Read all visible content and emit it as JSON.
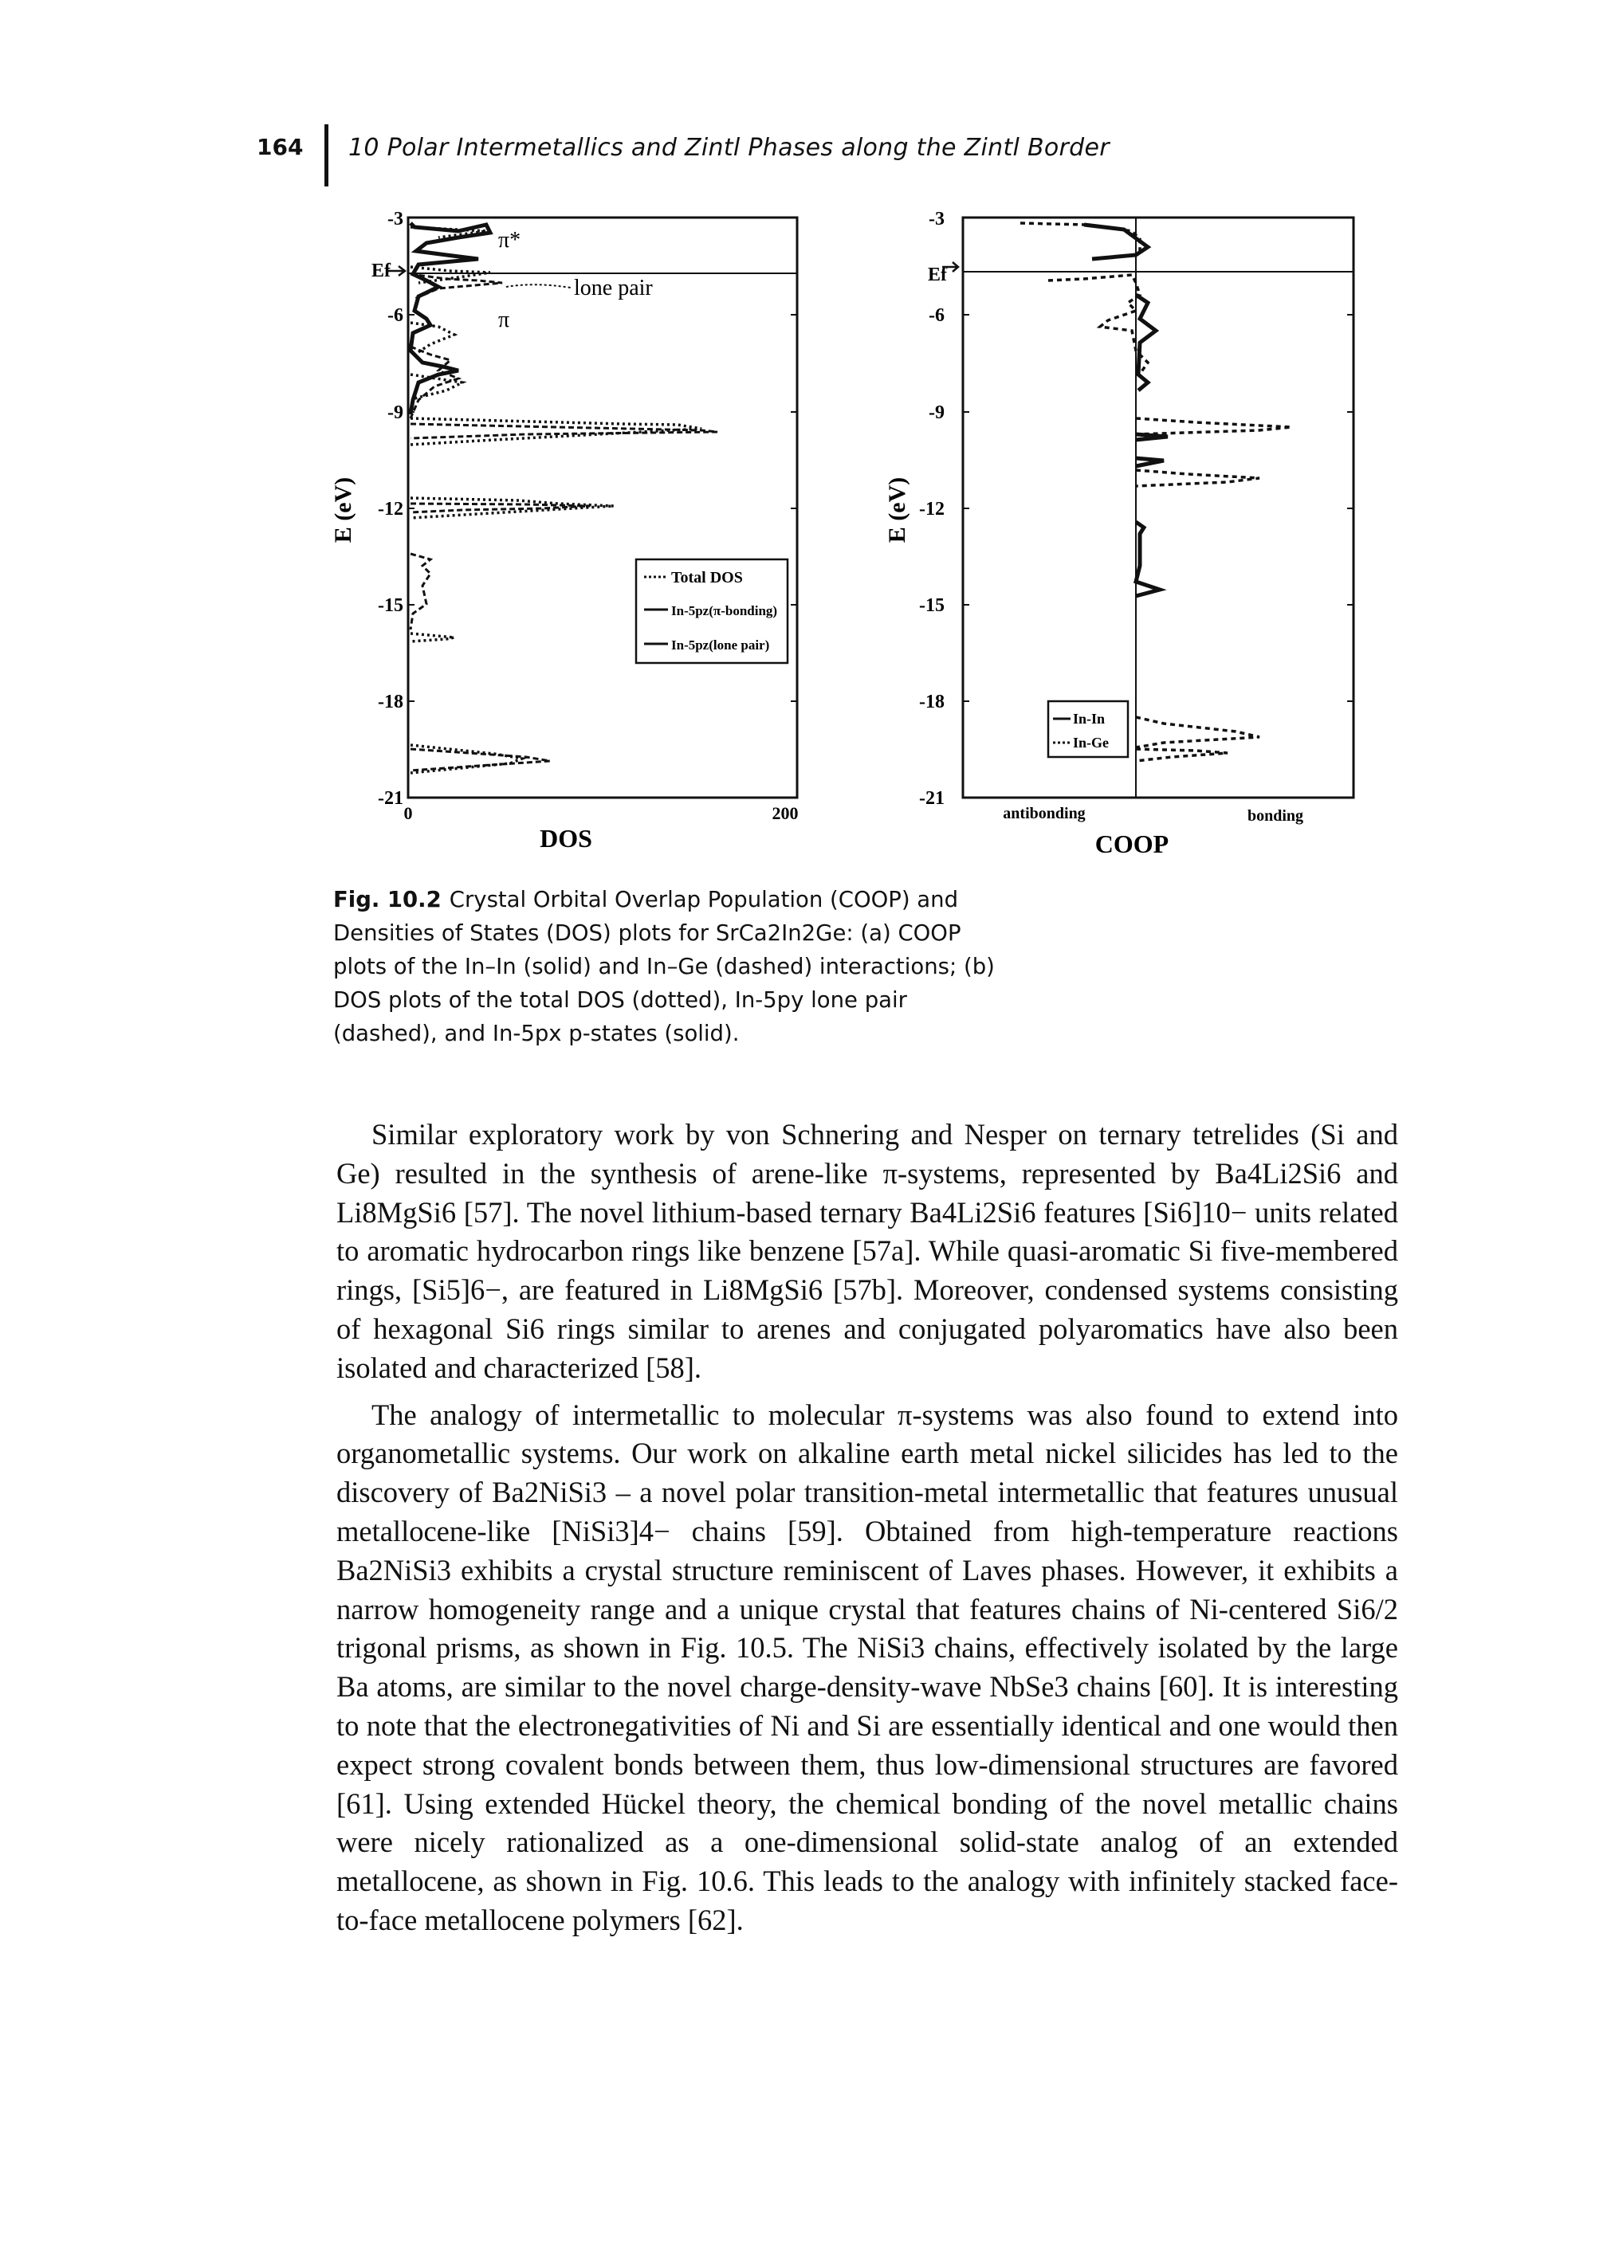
{
  "header": {
    "page_number": "164",
    "running_title": "10 Polar Intermetallics and Zintl Phases along the Zintl Border"
  },
  "figure": {
    "dos": {
      "ylabel": "E (eV)",
      "xlabel": "DOS",
      "yticks": [
        "-3",
        "-6",
        "-9",
        "-12",
        "-15",
        "-18",
        "-21"
      ],
      "xticks": [
        "0",
        "200"
      ],
      "ef_label": "Ef",
      "annotations": {
        "pi_star": "π*",
        "lone_pair": "lone pair",
        "pi": "π"
      },
      "legend": [
        "Total DOS",
        "In-5pz(π-bonding)",
        "In-5pz(lone pair)"
      ]
    },
    "coop": {
      "ylabel": "E (eV)",
      "xlabel": "COOP",
      "yticks": [
        "-3",
        "-6",
        "-9",
        "-12",
        "-15",
        "-18",
        "-21"
      ],
      "ef_label": "Ef",
      "left_label": "antibonding",
      "right_label": "bonding",
      "legend": [
        "In-In",
        "In-Ge"
      ]
    }
  },
  "caption": {
    "label": "Fig. 10.2",
    "text": "Crystal Orbital Overlap Population (COOP) and Densities of States (DOS) plots for SrCa2In2Ge: (a) COOP plots of the In–In (solid) and In–Ge (dashed) interactions; (b) DOS plots of the total DOS (dotted), In-5py lone pair (dashed), and In-5px p-states (solid)."
  },
  "paragraphs": [
    "Similar exploratory work by von Schnering and Nesper on ternary tetrelides (Si and Ge) resulted in the synthesis of arene-like π-systems, represented by Ba4Li2Si6 and Li8MgSi6 [57]. The novel lithium-based ternary Ba4Li2Si6 features [Si6]10− units related to aromatic hydrocarbon rings like benzene [57a]. While quasi-aromatic Si five-membered rings, [Si5]6−, are featured in Li8MgSi6 [57b]. Moreover, condensed systems consisting of hexagonal Si6 rings similar to arenes and conjugated polyaromatics have also been isolated and characterized [58].",
    "The analogy of intermetallic to molecular π-systems was also found to extend into organometallic systems. Our work on alkaline earth metal nickel silicides has led to the discovery of Ba2NiSi3 – a novel polar transition-metal intermetallic that features unusual metallocene-like [NiSi3]4− chains [59]. Obtained from high-temperature reactions Ba2NiSi3 exhibits a crystal structure reminiscent of Laves phases. However, it exhibits a narrow homogeneity range and a unique crystal that features chains of Ni-centered Si6/2 trigonal prisms, as shown in Fig. 10.5. The NiSi3 chains, effectively isolated by the large Ba atoms, are similar to the novel charge-density-wave NbSe3 chains [60]. It is interesting to note that the electronegativities of Ni and Si are essentially identical and one would then expect strong covalent bonds between them, thus low-dimensional structures are favored [61]. Using extended Hückel theory, the chemical bonding of the novel metallic chains were nicely rationalized as a one-dimensional solid-state analog of an extended metallocene, as shown in Fig. 10.6. This leads to the analogy with infinitely stacked face-to-face metallocene polymers [62]."
  ]
}
